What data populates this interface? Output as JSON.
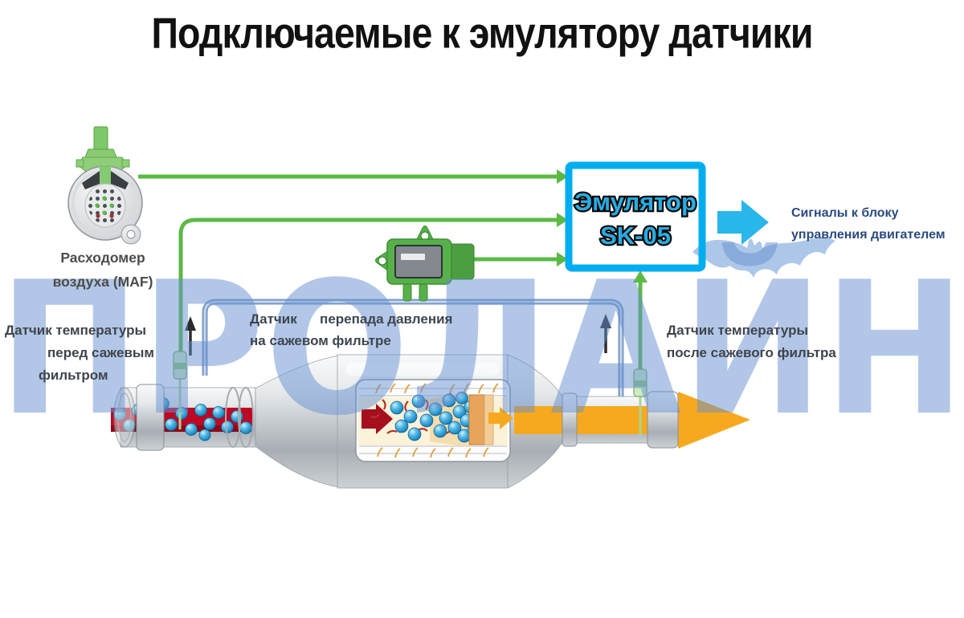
{
  "title": "Подключаемые к эмулятору датчики",
  "watermark": {
    "text": "ПРОЛАЙН",
    "color": "#6690CF"
  },
  "emulator": {
    "line1": "Эмулятор",
    "line2": "SK-05",
    "border_color": "#00AEEF",
    "text_color": "#29ABE2"
  },
  "labels": {
    "maf": {
      "line1": "Расходомер",
      "line2": "воздуха (MAF)"
    },
    "pressure": {
      "line1": "Датчик      перепада давления",
      "line2": "на сажевом фильтре"
    },
    "temp_before": {
      "line1": "Датчик температуры",
      "line2": "перед сажевым",
      "line3": "фильтром"
    },
    "temp_after": {
      "line1": "Датчик температуры",
      "line2": "после сажевого фильтра"
    },
    "signals": {
      "line1": "Сигналы к блоку",
      "line2": "управления двигателем"
    }
  },
  "icons": {
    "maf_sensor": "maf-sensor-icon",
    "pressure_sensor": "pressure-sensor-icon",
    "temp_sensor_before": "temp-sensor-before-icon",
    "temp_sensor_after": "temp-sensor-after-icon",
    "dpf_filter": "dpf-filter-illustration",
    "bat": "bat-icon",
    "signal_arrow": "cyan-signal-arrow-icon",
    "exhaust_out_arrow": "orange-flow-arrow-icon"
  },
  "colors": {
    "wire_green": "#5CB946",
    "emulator_border": "#00AEEF",
    "signal_arrow_cyan": "#29B6EA",
    "flow_orange": "#F6A91E",
    "soot_red": "#BE0823",
    "watermark_blue": "#6690CF",
    "signals_text_navy": "#2A4A80"
  }
}
